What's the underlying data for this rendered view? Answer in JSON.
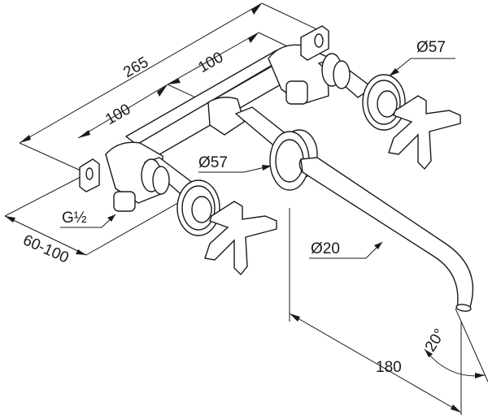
{
  "dimensions": {
    "overall_width": "265",
    "center_spacing_top": "100",
    "center_spacing_lower": "100",
    "valve_rosette_diameter": "Ø57",
    "spout_rosette_diameter": "Ø57",
    "thread": "G½",
    "wall_depth_range": "60-100",
    "spout_diameter": "Ø20",
    "spout_projection": "180",
    "spout_angle": "20°"
  },
  "colors": {
    "line": "#1a1a1a",
    "background": "#ffffff"
  }
}
